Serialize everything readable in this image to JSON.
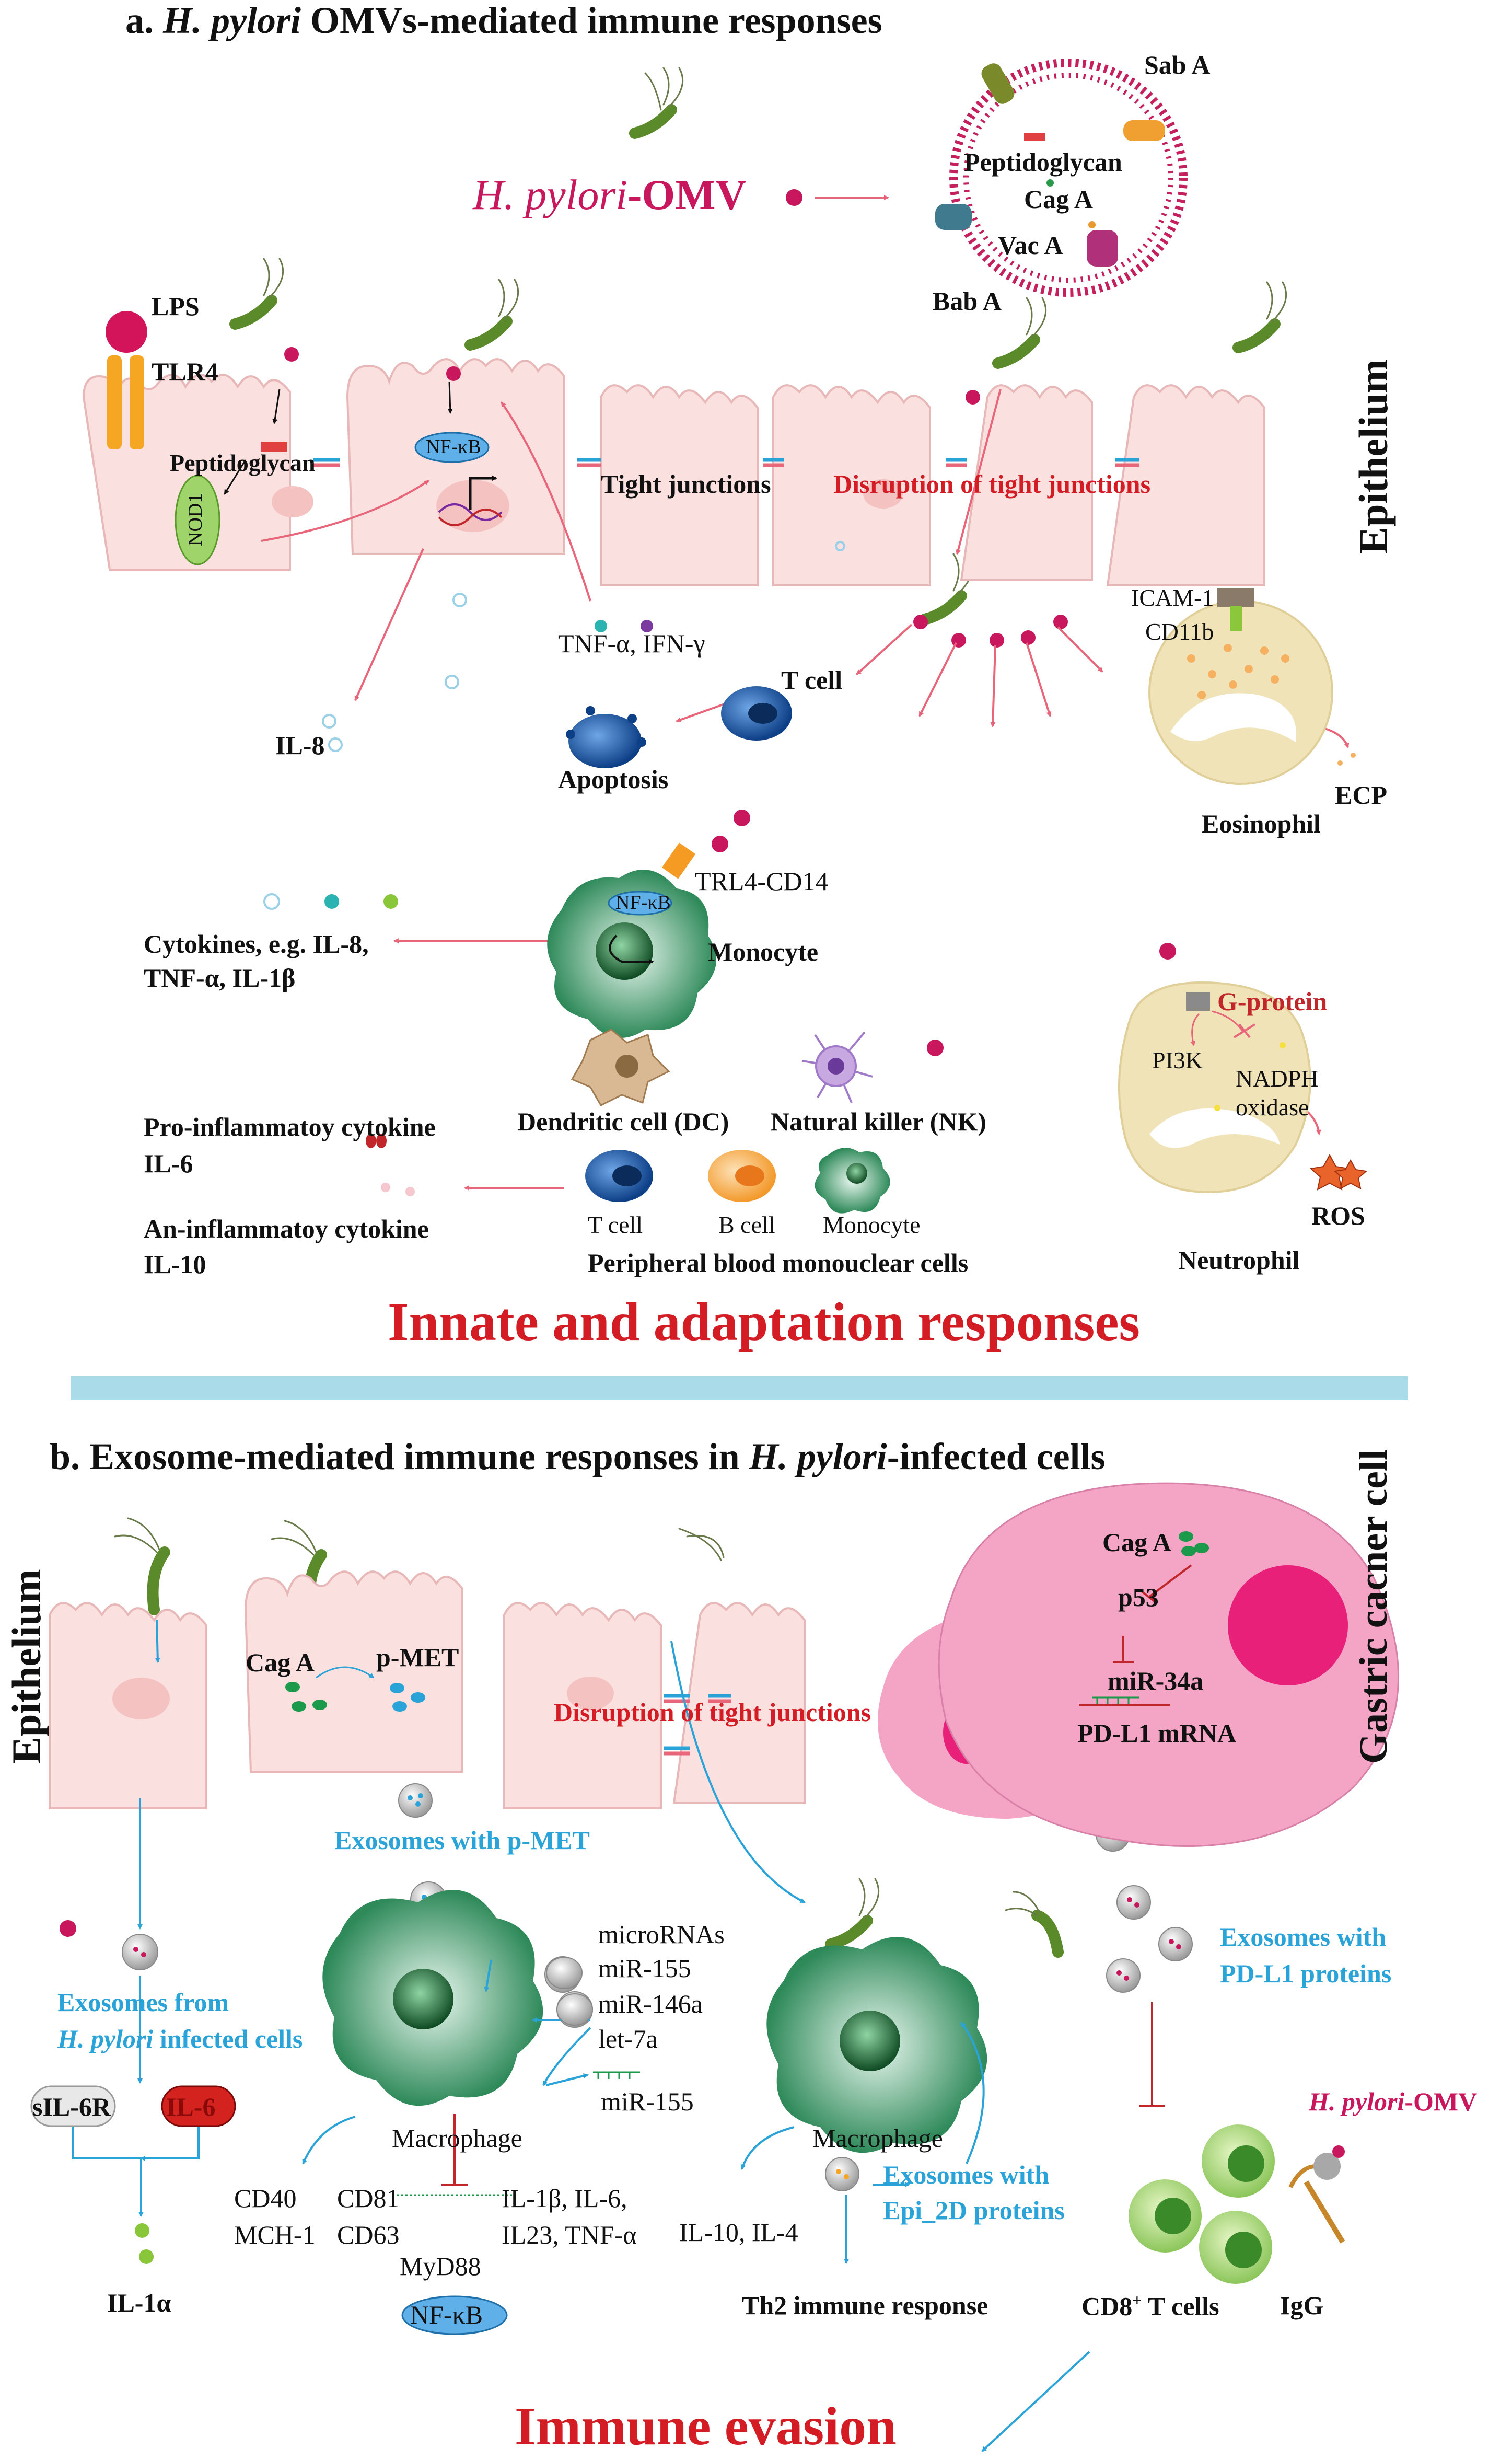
{
  "panel_a": {
    "title_prefix": "a. ",
    "title_italic": "H. pylori",
    "title_rest": " OMVs-mediated immune responses",
    "omv_label_italic": "H. pylori",
    "omv_label_rest": "-OMV",
    "omv_components": [
      "Sab A",
      "Peptidoglycan",
      "Cag A",
      "Vac A",
      "Bab A"
    ],
    "lps": "LPS",
    "tlr4": "TLR4",
    "peptidoglycan": "Peptidoglycan",
    "nod1": "NOD1",
    "nfkb": "NF-κB",
    "tight_junctions": "Tight junctions",
    "disruption": "Disruption of tight junctions",
    "epithelium": "Epithelium",
    "il8": "IL-8",
    "tnf_ifn": "TNF-α, IFN-γ",
    "t_cell": "T cell",
    "apoptosis": "Apoptosis",
    "icam": "ICAM-1",
    "cd11b": "CD11b",
    "ecp": "ECP",
    "eosinophil": "Eosinophil",
    "cytokines_line1": "Cytokines, e.g. IL-8,",
    "cytokines_line2": "TNF-α, IL-1β",
    "trl4_cd14": "TRL4-CD14",
    "monocyte_nfkb": "NF-κB",
    "monocyte": "Monocyte",
    "g_protein": "G-protein",
    "pi3k": "PI3K",
    "nadph_line1": "NADPH",
    "nadph_line2": "oxidase",
    "ros": "ROS",
    "neutrophil": "Neutrophil",
    "pro_inflam_line1": "Pro-inflammatoy cytokine",
    "pro_inflam_line2": "IL-6",
    "anti_inflam_line1": "An-inflammatoy cytokine",
    "anti_inflam_line2": "IL-10",
    "dc": "Dendritic cell (DC)",
    "nk": "Natural killer (NK)",
    "pbmc_t": "T cell",
    "pbmc_b": "B cell",
    "pbmc_mono": "Monocyte",
    "pbmc": "Peripheral blood monouclear cells",
    "banner": "Innate and adaptation responses"
  },
  "panel_b": {
    "title_prefix": "b. Exosome-mediated immune responses in ",
    "title_italic": "H. pylori",
    "title_rest": "-infected cells",
    "epithelium": "Epithelium",
    "gastric": "Gastric cacner cell",
    "cag_a": "Cag A",
    "p_met": "p-MET",
    "disruption": "Disruption of tight junctions",
    "exosomes_pmet": "Exosomes with p-MET",
    "gc_cag_a": "Cag A",
    "p53": "p53",
    "mir34a": "miR-34a",
    "pdl1_mrna": "PD-L1 mRNA",
    "exo_from_line1": "Exosomes from",
    "exo_from_italic": "H. pylori",
    "exo_from_rest": " infected cells",
    "sil6r": "sIL-6R",
    "il6": "IL-6",
    "il1a": "IL-1α",
    "mirnas": [
      "microRNAs",
      "miR-155",
      "miR-146a",
      "let-7a"
    ],
    "mir155b": "miR-155",
    "macrophage1": "Macrophage",
    "cd40": "CD40",
    "cd81": "CD81",
    "mch1": "MCH-1",
    "cd63": "CD63",
    "il_list_line1": "IL-1β, IL-6,",
    "il_list_line2": "IL23, TNF-α",
    "myd88": "MyD88",
    "nfkb": "NF-κB",
    "macrophage2": "Macrophage",
    "il10_il4": "IL-10,  IL-4",
    "exo_epi_line1": "Exosomes with",
    "exo_epi_line2": "Epi_2D proteins",
    "th2": "Th2 immune response",
    "exo_pdl1_line1": "Exosomes with",
    "exo_pdl1_line2": "PD-L1 proteins",
    "cd8": "CD8",
    "cd8_sup": "+",
    "cd8_rest": " T cells",
    "omv_italic": "H. pylori",
    "omv_rest": "-OMV",
    "igg": "IgG",
    "banner": "Immune evasion"
  },
  "colors": {
    "red_text": "#d41c24",
    "blue_text": "#2aa3d8",
    "magenta": "#c8175d",
    "cell_pink": "#fbe0e0",
    "separator": "#a9dbe8"
  }
}
